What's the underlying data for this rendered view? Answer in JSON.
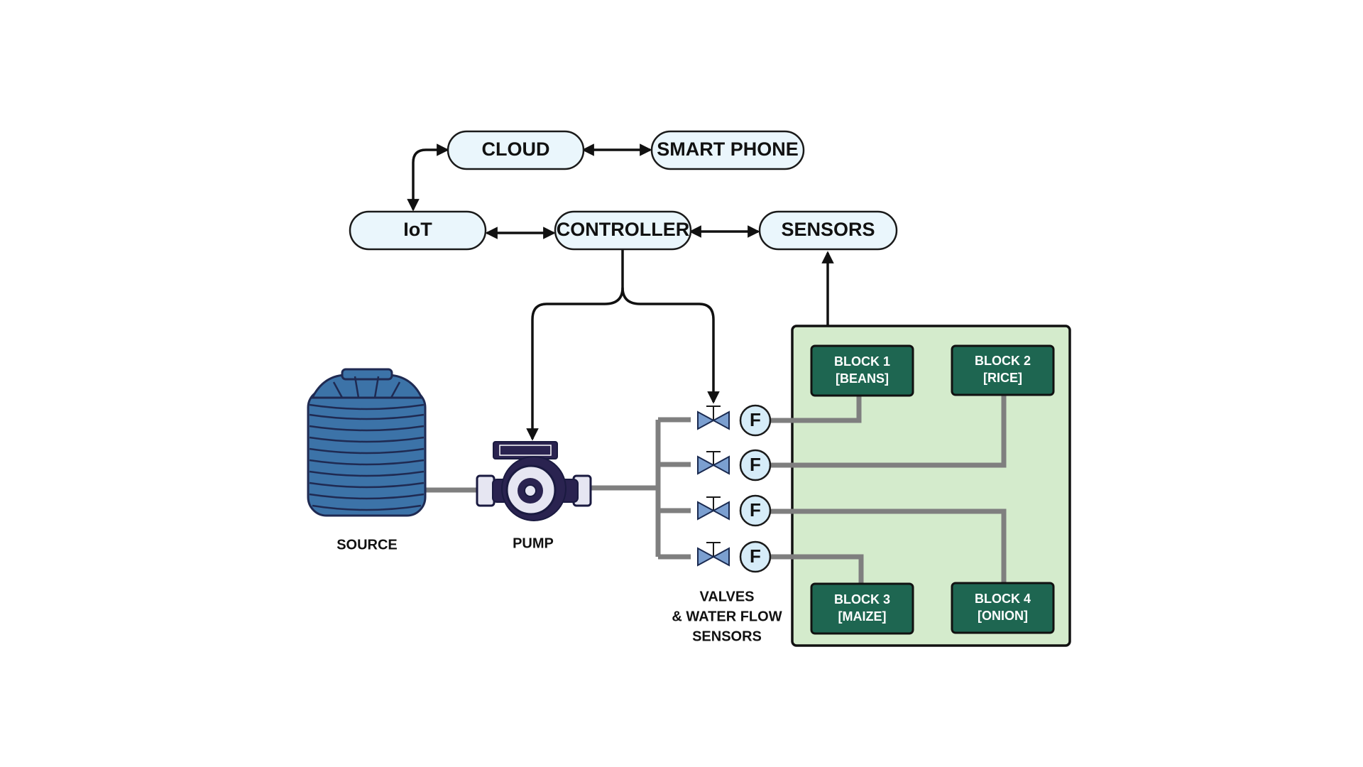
{
  "nodes": {
    "cloud": "CLOUD",
    "smart_phone": "SMART PHONE",
    "iot": "IoT",
    "controller": "CONTROLLER",
    "sensors": "SENSORS"
  },
  "equipment": {
    "source": "SOURCE",
    "pump": "PUMP",
    "valves_line1": "VALVES",
    "valves_line2": "& WATER FLOW",
    "valves_line3": "SENSORS",
    "flow_symbol": "F"
  },
  "blocks": [
    {
      "name": "BLOCK 1",
      "crop": "[BEANS]"
    },
    {
      "name": "BLOCK 2",
      "crop": "[RICE]"
    },
    {
      "name": "BLOCK 3",
      "crop": "[MAIZE]"
    },
    {
      "name": "BLOCK 4",
      "crop": "[ONION]"
    }
  ],
  "colors": {
    "node_fill": "#eaf6fc",
    "field_fill": "#d4ebcc",
    "block_fill": "#1e6651",
    "pipe": "#7f7f7f",
    "tank": "#3c73a8",
    "pump": "#2a2350"
  }
}
